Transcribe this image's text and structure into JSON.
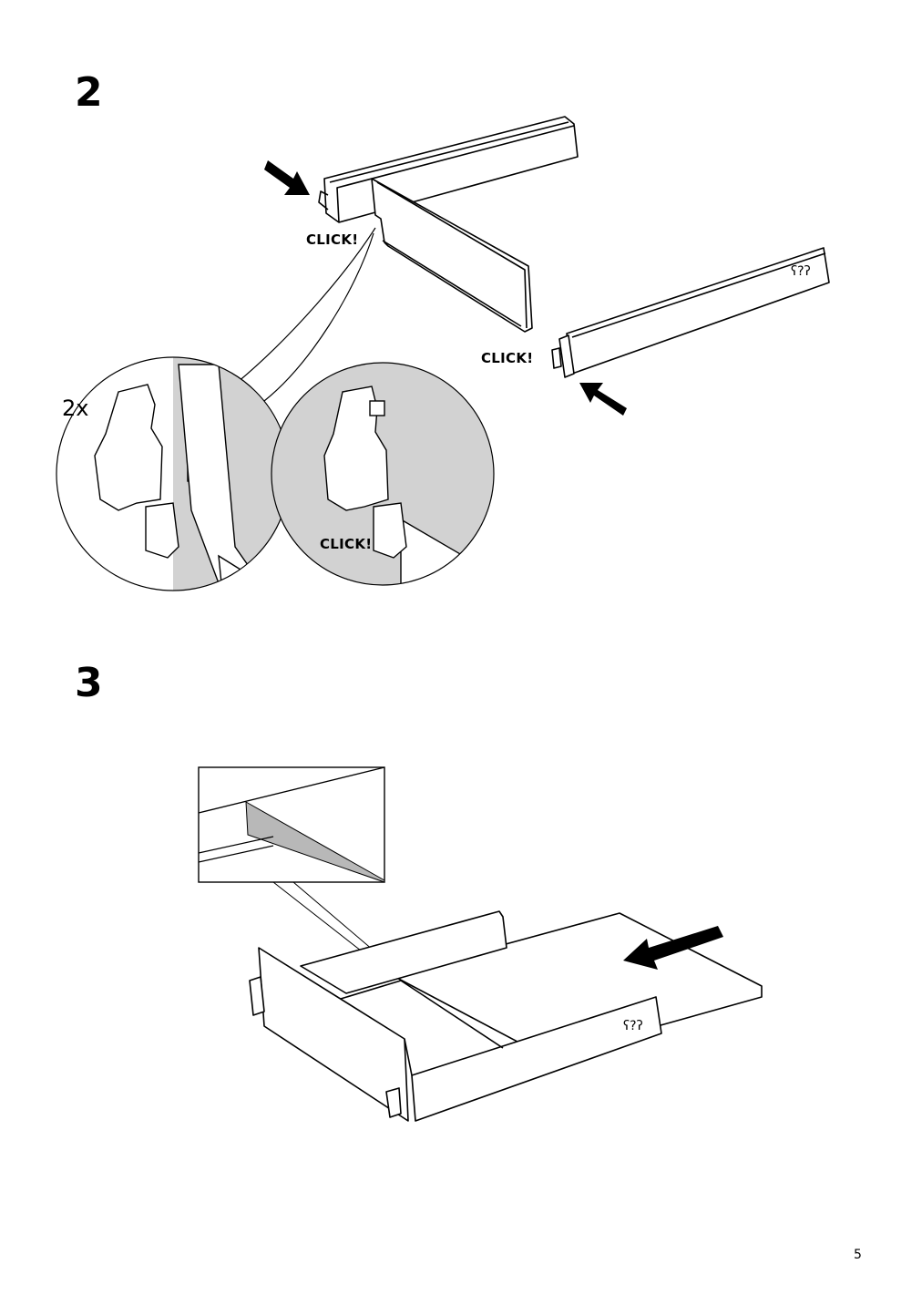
{
  "page": {
    "number": "5"
  },
  "steps": [
    {
      "number": "2",
      "labels": {
        "click_front_left": "CLICK!",
        "click_front_right": "CLICK!",
        "click_detail": "CLICK!",
        "quantity": "2x"
      },
      "icons": [
        "push-arrow-icon",
        "magnifier-callout-icon"
      ]
    },
    {
      "number": "3",
      "icons": [
        "slide-arrow-icon",
        "detail-inset-icon"
      ]
    }
  ]
}
